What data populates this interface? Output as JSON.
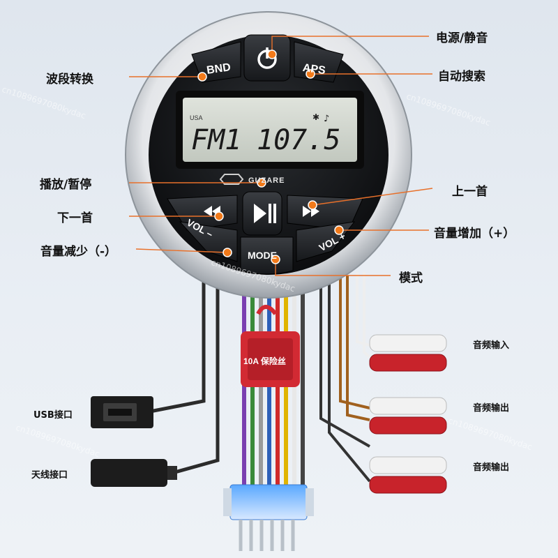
{
  "device": {
    "brand": "GUZARE",
    "lcd": {
      "region": "USA",
      "band": "FM1",
      "frequency": "107.5",
      "bt_glyph": "✱",
      "note_glyph": "♪"
    },
    "buttons": {
      "bnd": "BND",
      "aps": "APS",
      "mode": "MODE",
      "vol_minus": "VOL –",
      "vol_plus": "VOL +"
    }
  },
  "callouts": {
    "power_mute": "电源/静音",
    "band_switch": "波段转换",
    "auto_search": "自动搜索",
    "play_pause": "播放/暂停",
    "prev_track": "下一首",
    "next_track": "上一首",
    "vol_up": "音量增加（+）",
    "vol_down": "音量减少（-）",
    "mode": "模式",
    "fuse": "10A 保险丝",
    "usb_port": "USB接口",
    "antenna_port": "天线接口",
    "audio_in": "音频输入",
    "audio_out_1": "音频输出",
    "audio_out_2": "音频输出"
  },
  "watermark": "cn1089697080kydac",
  "colors": {
    "accent": "#f27a1a",
    "rca_red": "#c8232b",
    "rca_white": "#f2f2f2",
    "fuse_red": "#d22a33"
  }
}
